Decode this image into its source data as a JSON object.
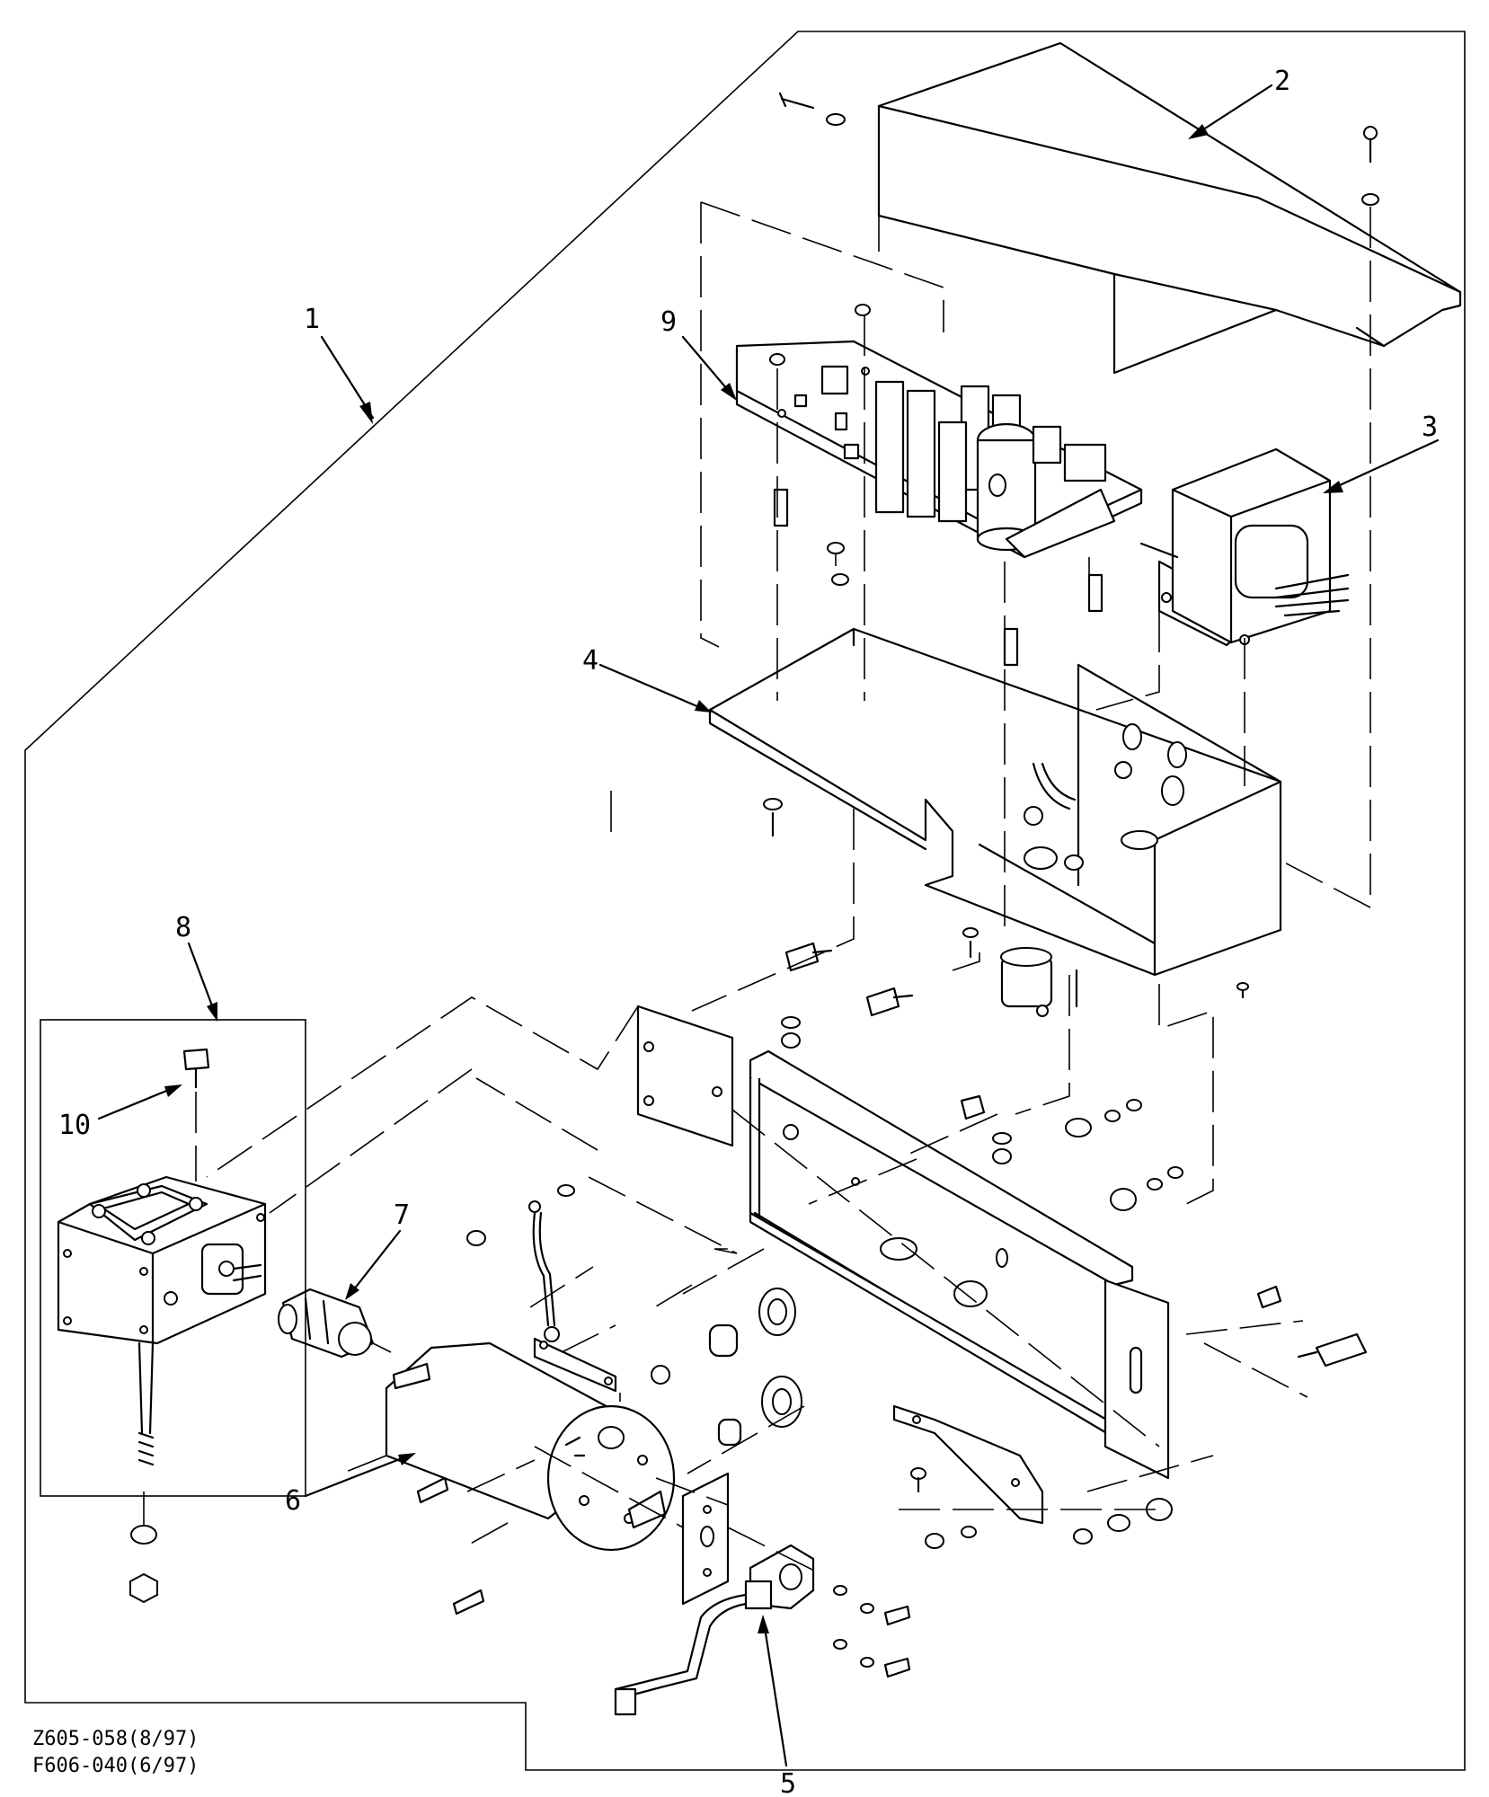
{
  "callouts": [
    {
      "id": "1",
      "label": "1"
    },
    {
      "id": "2",
      "label": "2"
    },
    {
      "id": "3",
      "label": "3"
    },
    {
      "id": "4",
      "label": "4"
    },
    {
      "id": "5",
      "label": "5"
    },
    {
      "id": "6",
      "label": "6"
    },
    {
      "id": "7",
      "label": "7"
    },
    {
      "id": "8",
      "label": "8"
    },
    {
      "id": "9",
      "label": "9"
    },
    {
      "id": "10",
      "label": "10"
    }
  ],
  "revision_notes": {
    "line1": "Z605-058(8/97)",
    "line2": "F606-040(6/97)"
  }
}
